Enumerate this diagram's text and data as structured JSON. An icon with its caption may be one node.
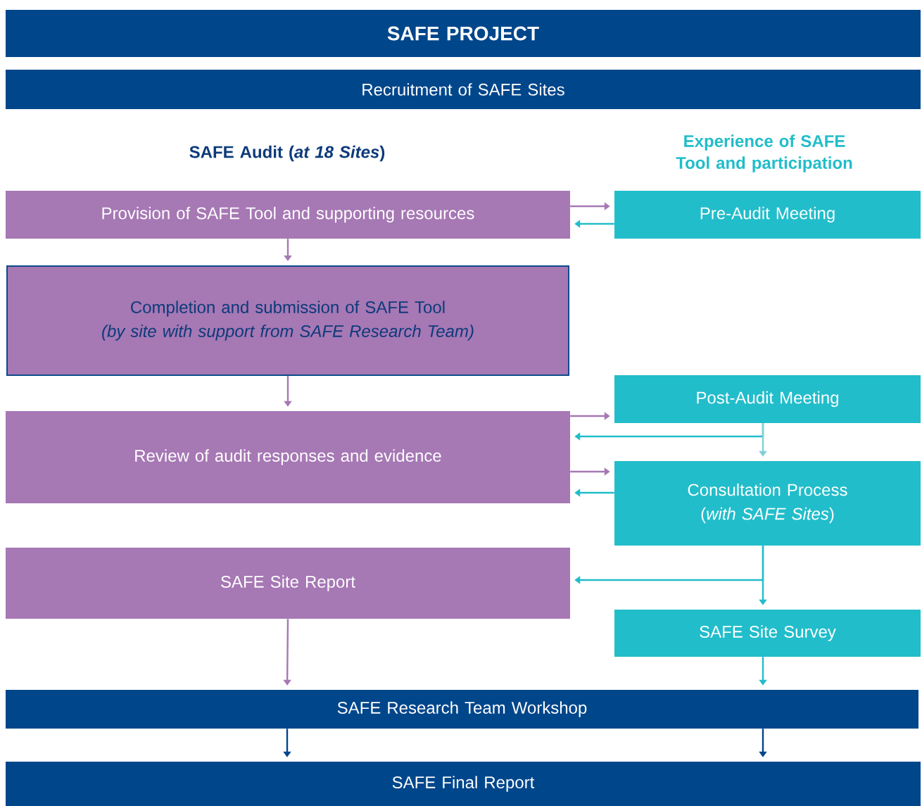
{
  "diagram": {
    "nodes": [
      {
        "text": [
          "SAFE PROJECT"
        ]
      },
      {
        "text": [
          "Recruitment of SAFE Sites"
        ]
      },
      {
        "text": [
          "Provision of SAFE Tool and supporting resources"
        ]
      },
      {
        "text": [
          "Pre-Audit Meeting"
        ]
      },
      {
        "text": [
          "Completion and submission of SAFE Tool",
          "(by site with support from SAFE Research Team)"
        ]
      },
      {
        "text": [
          "Post-Audit Meeting"
        ]
      },
      {
        "text": [
          "Review of audit responses and evidence"
        ]
      },
      {
        "text": [
          "Consultation Process",
          "(*with SAFE Sites*)"
        ]
      },
      {
        "text": [
          "SAFE Site Report"
        ]
      },
      {
        "text": [
          "SAFE Site Survey"
        ]
      },
      {
        "text": [
          "SAFE Research Team Workshop"
        ]
      },
      {
        "text": [
          "SAFE Final Report"
        ]
      }
    ],
    "edges": [
      {
        "from": 2,
        "to": 4,
        "arrow": "to",
        "color": "#a678b4"
      },
      {
        "from": 2,
        "to": 3,
        "arrow": "to",
        "color": "#a678b4"
      },
      {
        "from": 3,
        "to": 2,
        "arrow": "to",
        "color": "#22bdca"
      },
      {
        "from": 4,
        "to": 6,
        "arrow": "to",
        "color": "#a678b4"
      },
      {
        "from": 6,
        "to": 5,
        "arrow": "to",
        "color": "#a678b4"
      },
      {
        "from": 5,
        "to": 6,
        "arrow": "to",
        "color": "#22bdca"
      },
      {
        "from": 5,
        "to": 7,
        "arrow": "to",
        "color": "#7fd0d9"
      },
      {
        "from": 6,
        "to": 7,
        "arrow": "to",
        "color": "#a678b4"
      },
      {
        "from": 7,
        "to": 6,
        "arrow": "to",
        "color": "#22bdca"
      },
      {
        "from": 7,
        "to": 8,
        "arrow": "to",
        "color": "#22bdca"
      },
      {
        "from": 7,
        "to": 9,
        "arrow": "to",
        "color": "#22bdca"
      },
      {
        "from": 8,
        "to": 10,
        "arrow": "to",
        "color": "#a678b4"
      },
      {
        "from": 9,
        "to": 10,
        "arrow": "to",
        "color": "#22bdca"
      },
      {
        "from": 10,
        "to": 11,
        "arrow": "to",
        "color": "#00468b"
      },
      {
        "from": 10,
        "to": 11,
        "arrow": "to",
        "color": "#00468b"
      }
    ],
    "labels": [
      "SAFE Audit (*at 18 Sites*)",
      "Experience of SAFE Tool and participation"
    ]
  }
}
